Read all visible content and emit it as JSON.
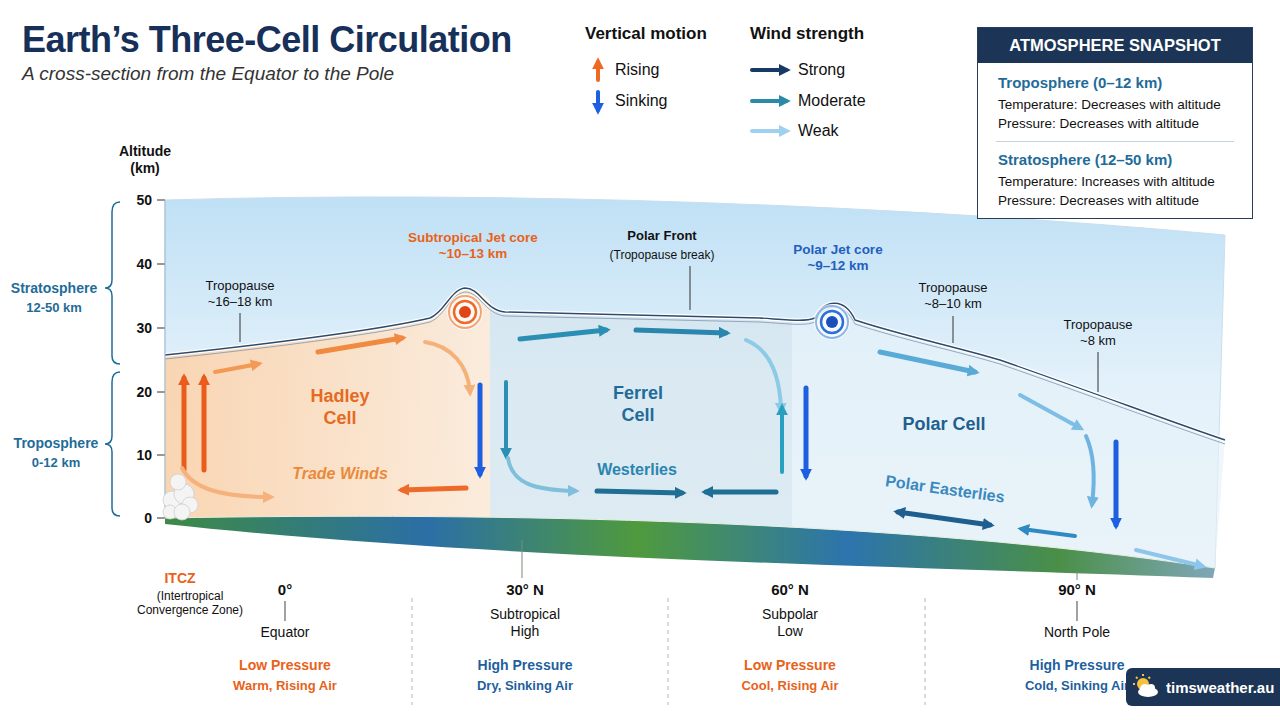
{
  "diagram": {
    "title": "Earth’s Three-Cell Circulation",
    "caption": "A cross-section from the Equator to the Pole",
    "nodes": [
      {
        "text": [
          "ATMOSPHERE SNAPSHOT",
          "Troposphere (0–12 km)",
          "Temperature: Decreases with altitude",
          "Pressure: Decreases with altitude",
          "Stratosphere (12–50 km)",
          "Temperature: Increases with altitude",
          "Pressure: Decreases with altitude"
        ]
      },
      {
        "text": [
          "Hadley Cell"
        ]
      },
      {
        "text": [
          "Ferrel Cell"
        ]
      },
      {
        "text": [
          "Polar Cell"
        ]
      },
      {
        "text": [
          "timsweather.au"
        ]
      }
    ],
    "labels": [
      "Vertical motion",
      "Wind strength",
      "Altitude (km)",
      "50",
      "40",
      "30",
      "20",
      "10",
      "0",
      "Stratosphere",
      "12-50 km",
      "Troposphere",
      "0-12 km",
      "Tropopause ~16–18 km",
      "Subtropical Jet core ~10–13 km",
      "Polar Front",
      "(Tropopause break)",
      "Polar Jet core ~9–12 km",
      "Tropopause ~8–10 km",
      "Tropopause ~8 km",
      "Trade Winds",
      "Westerlies",
      "Polar Easterlies",
      "ITCZ",
      "(Intertropical Convergence Zone)",
      "0°",
      "Equator",
      "Low Pressure",
      "Warm, Rising Air",
      "30° N",
      "Subtropical High",
      "High Pressure",
      "Dry, Sinking Air",
      "60° N",
      "Subpolar Low",
      "Low Pressure",
      "Cool, Rising Air",
      "90° N",
      "North Pole",
      "High Pressure",
      "Cold, Sinking Air"
    ],
    "legend": [
      {
        "text": "Rising"
      },
      {
        "text": "Sinking"
      },
      {
        "text": "Strong"
      },
      {
        "text": "Moderate"
      },
      {
        "text": "Weak"
      }
    ]
  }
}
